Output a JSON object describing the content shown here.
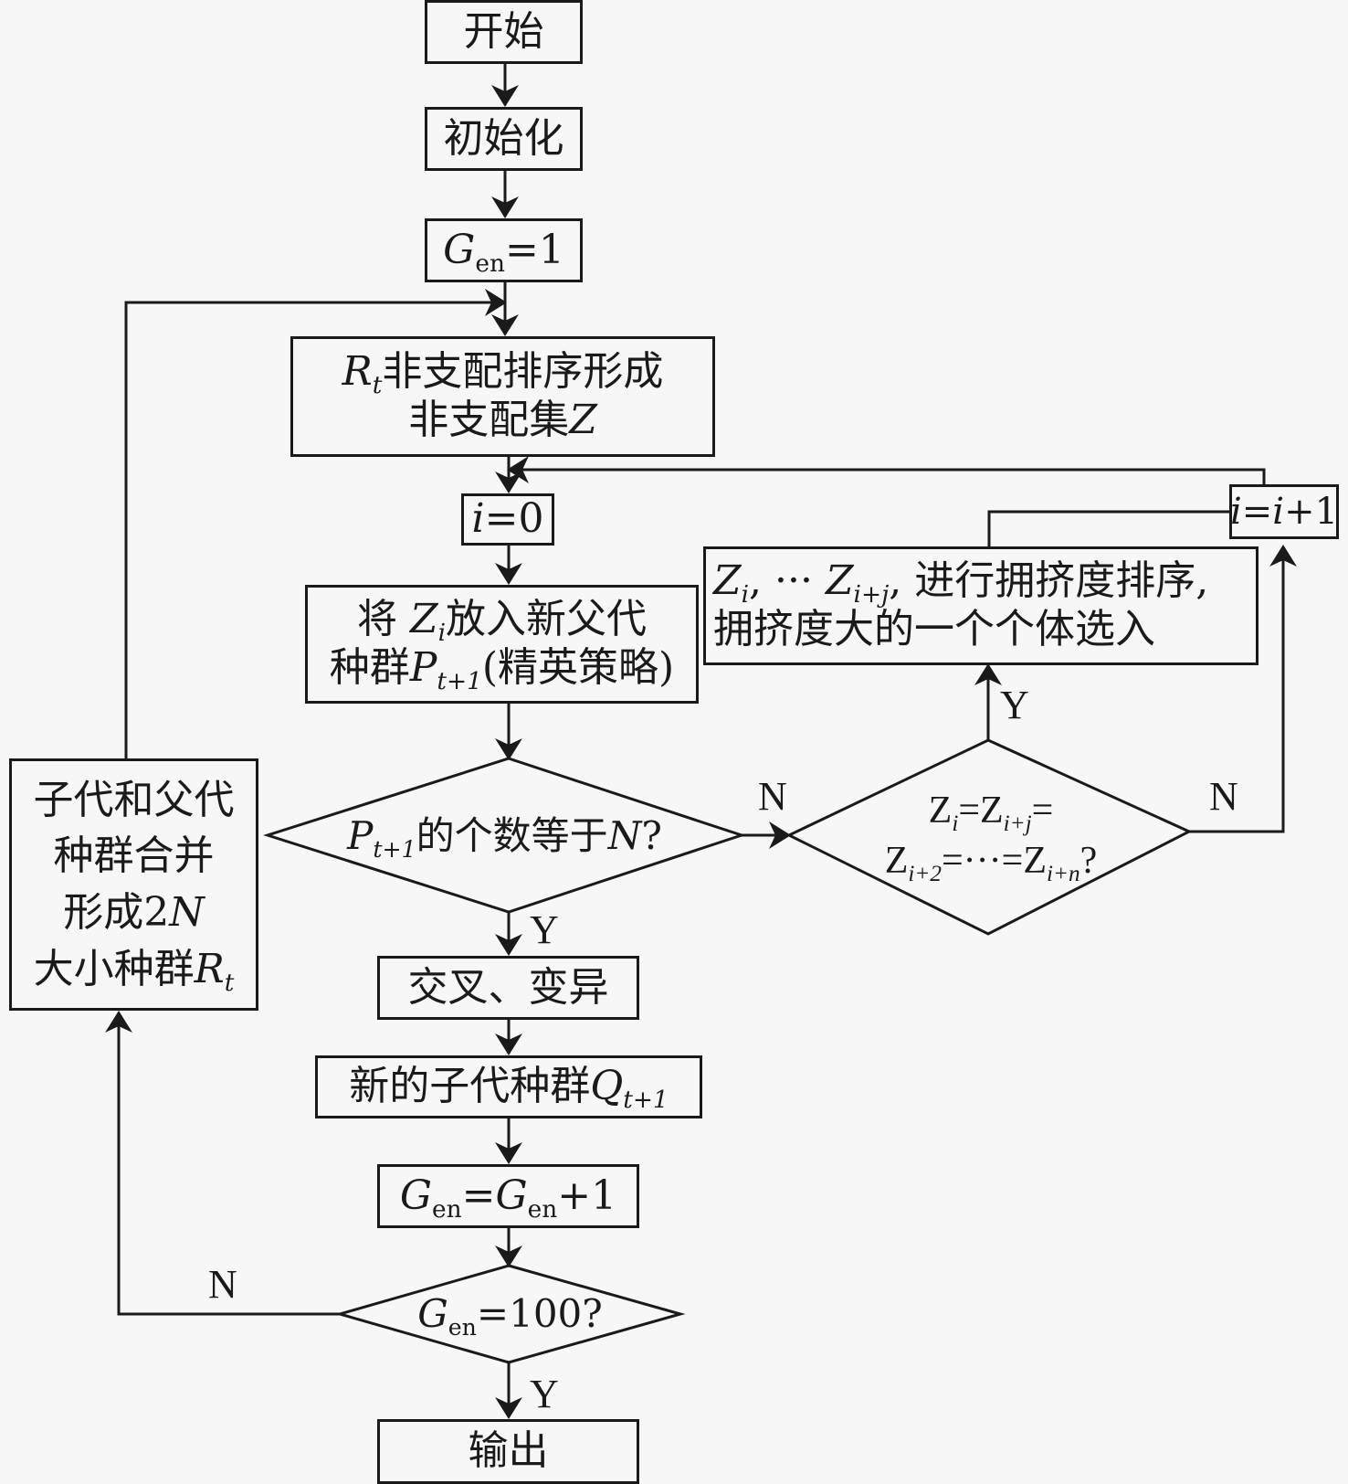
{
  "diagram": {
    "type": "flowchart",
    "nodes": {
      "start": {
        "label": "开始"
      },
      "init": {
        "label": "初始化"
      },
      "gen_init": {
        "var": "G",
        "sub": "en",
        "rest": "=1"
      },
      "sort": {
        "line1_var": "R",
        "line1_sub": "t",
        "line1_rest": "非支配排序形成",
        "line2_pre": "非支配集",
        "line2_var": "Z"
      },
      "i_zero": {
        "var": "i",
        "rest": "=0"
      },
      "put": {
        "line1_pre": "将 ",
        "line1_var": "Z",
        "line1_sub": "i",
        "line1_rest": "放入新父代",
        "line2_pre": "种群",
        "line2_var": "P",
        "line2_sub": "t+1",
        "line2_rest": "(精英策略)"
      },
      "check_n": {
        "var": "P",
        "sub": "t+1",
        "rest": "的个数等于",
        "var2": "N",
        "end": "?"
      },
      "check_eq": {
        "line1": "Z",
        "line1_sub1": "i",
        "line1_mid": "=Z",
        "line1_sub2": "i+j",
        "line1_end": "=",
        "line2": "Z",
        "line2_sub1": "i+2",
        "line2_mid": "=···=Z",
        "line2_sub2": "i+n",
        "line2_end": "?"
      },
      "crowd": {
        "line1_a": "Z",
        "line1_a_sub": "i",
        "line1_b": ", ··· ",
        "line1_c": "Z",
        "line1_c_sub": "i+j",
        "line1_rest": ", 进行拥挤度排序,",
        "line2": "拥挤度大的一个个体选入"
      },
      "i_inc": {
        "var": "i",
        "mid": "=",
        "var2": "i",
        "rest": "+1"
      },
      "merge": {
        "line1": "子代和父代",
        "line2": "种群合并",
        "line3_pre": "形成2",
        "line3_var": "N",
        "line4_pre": "大小种群",
        "line4_var": "R",
        "line4_sub": "t"
      },
      "cross": {
        "label": "交叉、变异"
      },
      "offspring": {
        "pre": "新的子代种群",
        "var": "Q",
        "sub": "t+1"
      },
      "gen_inc": {
        "var": "G",
        "sub": "en",
        "mid": "=",
        "var2": "G",
        "sub2": "en",
        "rest": "+1"
      },
      "check_gen": {
        "var": "G",
        "sub": "en",
        "rest": "=100?"
      },
      "output": {
        "label": "输出"
      }
    },
    "edge_labels": {
      "check_n_yes": "Y",
      "check_n_no": "N",
      "check_eq_yes": "Y",
      "check_eq_no": "N",
      "check_gen_yes": "Y",
      "check_gen_no": "N"
    },
    "edges": [
      {
        "from": "start",
        "to": "init"
      },
      {
        "from": "init",
        "to": "gen_init"
      },
      {
        "from": "gen_init",
        "to": "sort"
      },
      {
        "from": "sort",
        "to": "i_zero"
      },
      {
        "from": "i_zero",
        "to": "put"
      },
      {
        "from": "put",
        "to": "check_n"
      },
      {
        "from": "check_n",
        "to": "cross",
        "label": "Y"
      },
      {
        "from": "check_n",
        "to": "check_eq",
        "label": "N"
      },
      {
        "from": "check_eq",
        "to": "crowd",
        "label": "Y"
      },
      {
        "from": "check_eq",
        "to": "i_inc",
        "label": "N"
      },
      {
        "from": "crowd",
        "to": "i_inc"
      },
      {
        "from": "i_inc",
        "to": "i_zero"
      },
      {
        "from": "cross",
        "to": "offspring"
      },
      {
        "from": "offspring",
        "to": "gen_inc"
      },
      {
        "from": "gen_inc",
        "to": "check_gen"
      },
      {
        "from": "check_gen",
        "to": "output",
        "label": "Y"
      },
      {
        "from": "check_gen",
        "to": "merge",
        "label": "N"
      },
      {
        "from": "merge",
        "to": "sort"
      }
    ],
    "colors": {
      "stroke": "#1a1a1a",
      "background": "#f7f7f7"
    }
  }
}
